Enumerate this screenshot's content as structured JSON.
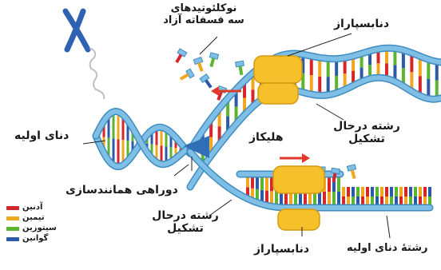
{
  "labels": {
    "free_nucleotides_line1": "نوکلئوتیدهای",
    "free_nucleotides_line2": "سه فسفاته آزاد",
    "dna_polymerase_top": "دنابسپاراز",
    "new_strand_top_line1": "رشته درحال",
    "new_strand_top_line2": "تشکیل",
    "helicase": "هلیکاز",
    "original_dna": "دنای اولیه",
    "replication_fork": "دوراهی همانندسازی",
    "new_strand_bottom_line1": "رشته درحال",
    "new_strand_bottom_line2": "تشکیل",
    "dna_polymerase_bottom": "دنابسپاراز",
    "original_strand": "رشتۀ دنای اولیه"
  },
  "legend": [
    {
      "label": "آدنین",
      "color": "#d7262b"
    },
    {
      "label": "تیمین",
      "color": "#f2a51f"
    },
    {
      "label": "سیتوزین",
      "color": "#5cb531"
    },
    {
      "label": "گوانین",
      "color": "#2c5aa8"
    }
  ],
  "colors": {
    "backbone": "#7fbfe6",
    "backbone_edge": "#3f8cc0",
    "polymerase": "#f5c02a",
    "helicase": "#2e6fb8",
    "arrow": "#e0382a",
    "chromosome": "#2f62b3"
  }
}
